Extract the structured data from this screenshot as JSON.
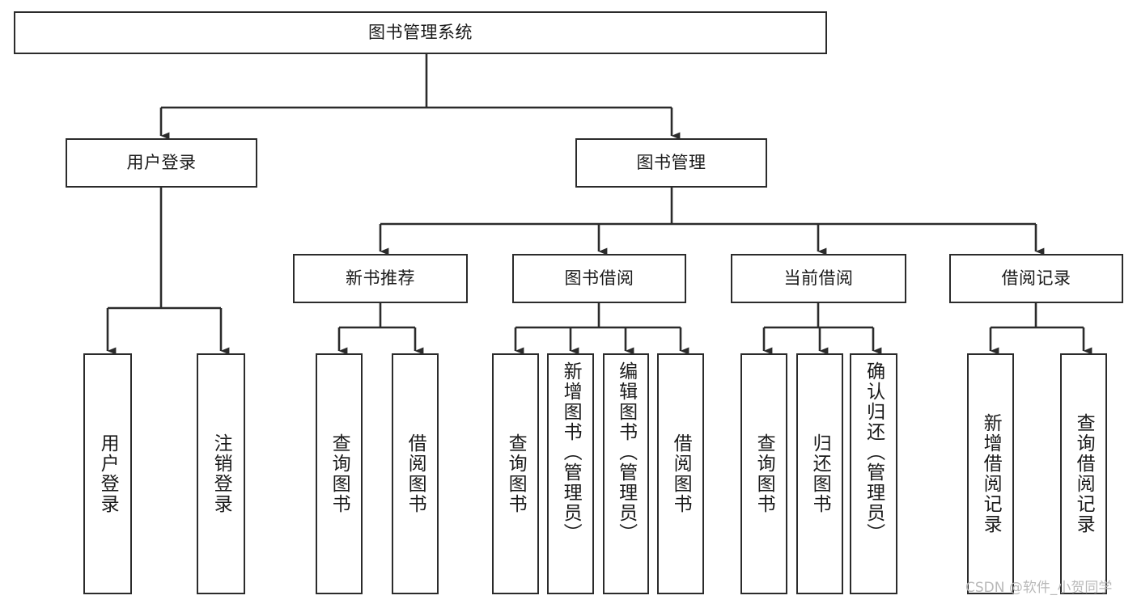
{
  "diagram": {
    "type": "tree",
    "title": "图书管理系统",
    "watermark": "CSDN @软件_小贺同学",
    "colors": {
      "border": "#2b2b2b",
      "background": "#ffffff",
      "text": "#1a1a1a",
      "watermark": "#b9b9b9"
    },
    "nodes": {
      "root": {
        "label": "图书管理系统"
      },
      "level2": [
        {
          "label": "用户登录"
        },
        {
          "label": "图书管理"
        }
      ],
      "level3": [
        {
          "label": "新书推荐"
        },
        {
          "label": "图书借阅"
        },
        {
          "label": "当前借阅"
        },
        {
          "label": "借阅记录"
        }
      ],
      "leaves_user_login": [
        {
          "label": "用户登录"
        },
        {
          "label": "注销登录"
        }
      ],
      "leaves_new_book": [
        {
          "label": "查询图书"
        },
        {
          "label": "借阅图书"
        }
      ],
      "leaves_borrow": [
        {
          "label": "查询图书"
        },
        {
          "label": "新增图书（管理员）"
        },
        {
          "label": "编辑图书（管理员）"
        },
        {
          "label": "借阅图书"
        }
      ],
      "leaves_current": [
        {
          "label": "查询图书"
        },
        {
          "label": "归还图书"
        },
        {
          "label": "确认归还（管理员）"
        }
      ],
      "leaves_records": [
        {
          "label": "新增借阅记录"
        },
        {
          "label": "查询借阅记录"
        }
      ]
    }
  }
}
